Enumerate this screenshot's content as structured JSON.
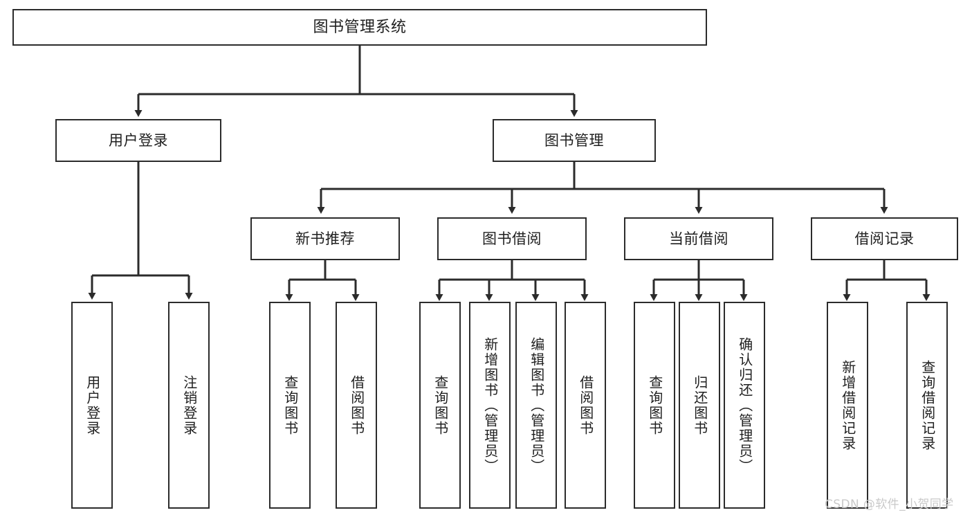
{
  "diagram": {
    "title": "图书管理系统",
    "type": "tree-hierarchy",
    "orientation": "top-down",
    "background_color": "#ffffff",
    "line_color": "#2b2b2b",
    "text_color": "#1f1f1f"
  },
  "nodes": {
    "root": {
      "label": "图书管理系统"
    },
    "level2": [
      {
        "label": "用户登录"
      },
      {
        "label": "图书管理"
      }
    ],
    "level3": [
      {
        "label": "新书推荐"
      },
      {
        "label": "图书借阅"
      },
      {
        "label": "当前借阅"
      },
      {
        "label": "借阅记录"
      }
    ],
    "login_leaves": [
      {
        "label": "用户登录"
      },
      {
        "label": "注销登录"
      }
    ],
    "newbook_leaves": [
      {
        "label": "查询图书"
      },
      {
        "label": "借阅图书"
      }
    ],
    "borrow_leaves": [
      {
        "label": "查询图书"
      },
      {
        "label": "新增图书（管理员）"
      },
      {
        "label": "编辑图书（管理员）"
      },
      {
        "label": "借阅图书"
      }
    ],
    "current_leaves": [
      {
        "label": "查询图书"
      },
      {
        "label": "归还图书"
      },
      {
        "label": "确认归还（管理员）"
      }
    ],
    "record_leaves": [
      {
        "label": "新增借阅记录"
      },
      {
        "label": "查询借阅记录"
      }
    ]
  },
  "watermark": {
    "text": "CSDN @软件_小贺同学",
    "color": "#c9c9c9"
  }
}
